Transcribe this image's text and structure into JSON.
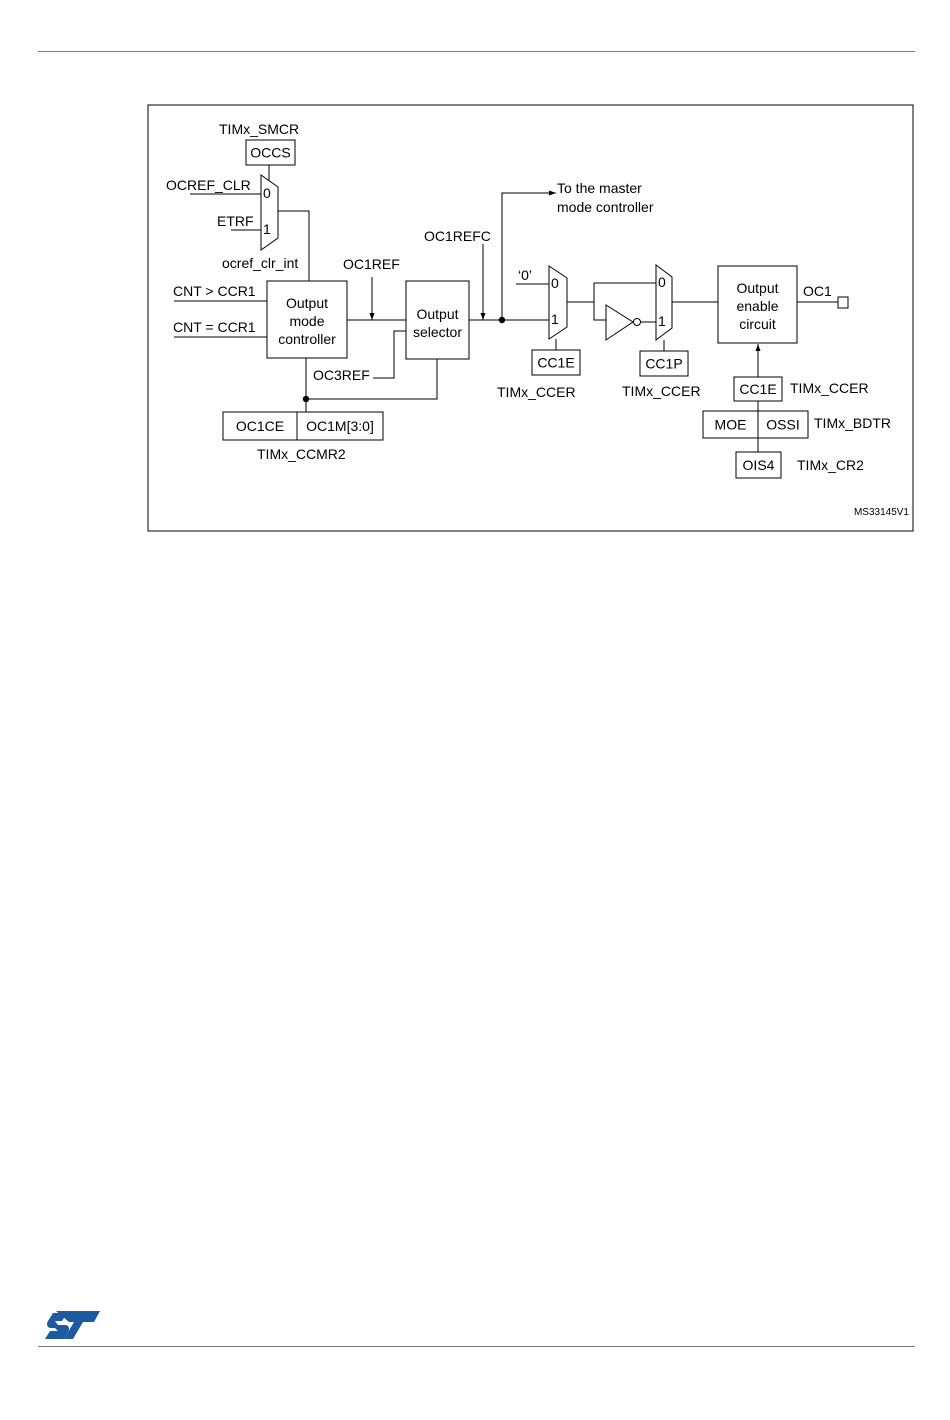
{
  "diagram": {
    "registers": {
      "smcr": "TIMx_SMCR",
      "ccmr2": "TIMx_CCMR2",
      "ccer_a": "TIMx_CCER",
      "ccer_b": "TIMx_CCER",
      "ccer_c": "TIMx_CCER",
      "bdtr": "TIMx_BDTR",
      "cr2": "TIMx_CR2"
    },
    "fields": {
      "occs": "OCCS",
      "oc1ce": "OC1CE",
      "oc1m": "OC1M[3:0]",
      "cc1e_a": "CC1E",
      "cc1p": "CC1P",
      "cc1e_b": "CC1E",
      "moe": "MOE",
      "ossi": "OSSI",
      "ois4": "OIS4"
    },
    "signals": {
      "ocref_clr": "OCREF_CLR",
      "etrf": "ETRF",
      "ocref_clr_int": "ocref_clr_int",
      "cnt_gt": "CNT > CCR1",
      "cnt_eq": "CNT = CCR1",
      "oc1ref": "OC1REF",
      "oc3ref": "OC3REF",
      "oc1refc": "OC1REFC",
      "zero_const": "‘0’",
      "oc1": "OC1",
      "master_line1": "To the master",
      "master_line2": "mode controller"
    },
    "blocks": {
      "omc_line1": "Output",
      "omc_line2": "mode",
      "omc_line3": "controller",
      "sel_line1": "Output",
      "sel_line2": "selector",
      "oe_line1": "Output",
      "oe_line2": "enable",
      "oe_line3": "circuit"
    },
    "mux_inputs": {
      "m1_0": "0",
      "m1_1": "1",
      "m2_0": "0",
      "m2_1": "1",
      "m3_0": "0",
      "m3_1": "1"
    },
    "figure_id": "MS33145V1"
  },
  "footer": {
    "logo_name": "st-logo",
    "logo_color": "#1e5aa0"
  }
}
